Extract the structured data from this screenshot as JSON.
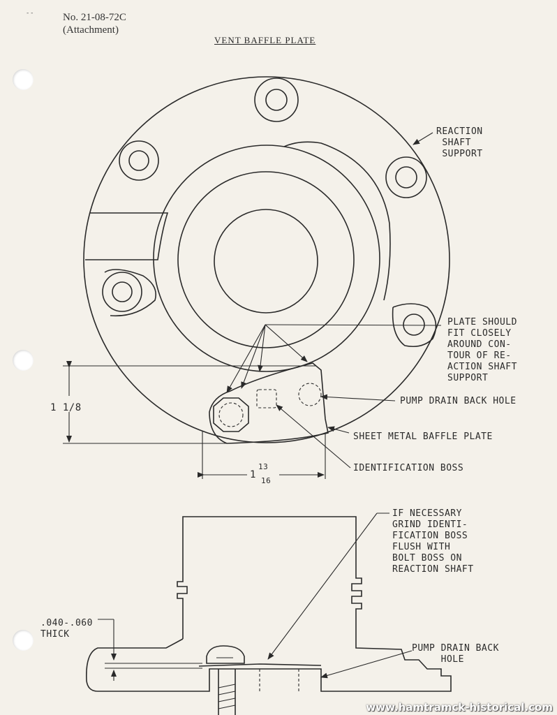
{
  "header": {
    "doc_number": "No. 21-08-72C",
    "attachment": "(Attachment)",
    "corner_mark": "- -"
  },
  "title": "VENT BAFFLE PLATE",
  "labels": {
    "reaction_shaft_support": "REACTION\n SHAFT\n SUPPORT",
    "plate_fit": "PLATE SHOULD\nFIT CLOSELY\nAROUND CON-\nTOUR OF RE-\nACTION SHAFT\nSUPPORT",
    "pump_drain_back_hole_top": "PUMP DRAIN BACK HOLE",
    "sheet_metal_baffle_plate": "SHEET METAL BAFFLE PLATE",
    "identification_boss": "IDENTIFICATION BOSS",
    "grind_note": "IF NECESSARY\nGRIND IDENTI-\nFICATION BOSS\nFLUSH WITH\nBOLT BOSS ON\nREACTION SHAFT",
    "thickness": ".040-.060\nTHICK",
    "pump_drain_back_hole_bottom": "PUMP DRAIN BACK\n     HOLE"
  },
  "dimensions": {
    "height": "1 1/8",
    "width_whole": "1",
    "width_num": "13",
    "width_den": "16"
  },
  "watermark": "www.hamtramck-historical.com"
}
